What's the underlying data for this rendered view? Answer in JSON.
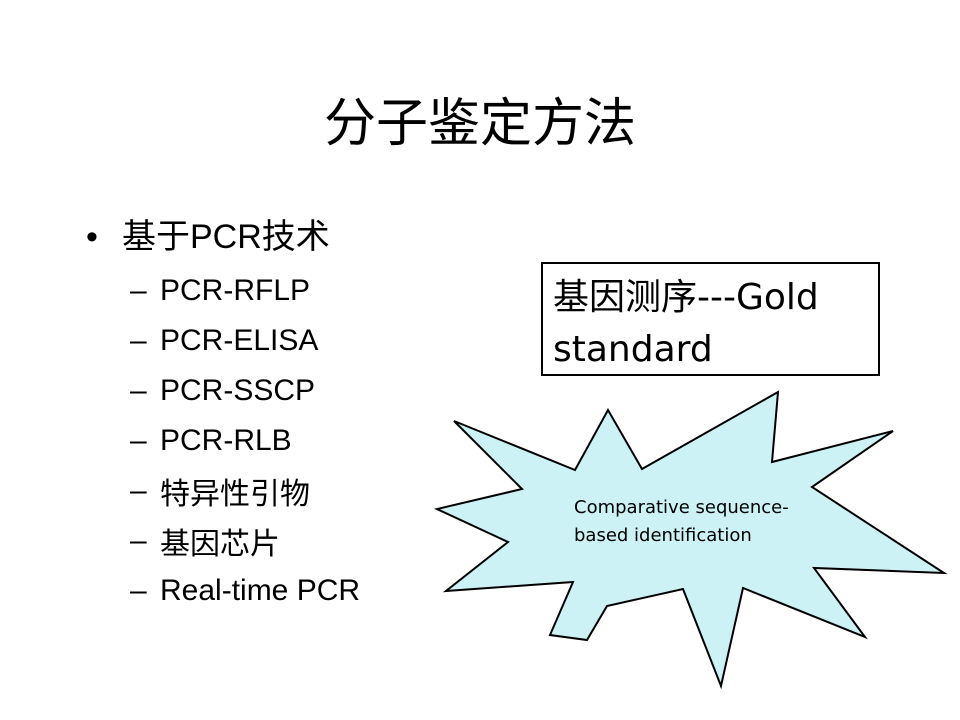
{
  "slide": {
    "title": "分子鉴定方法",
    "bullet": {
      "marker": "•",
      "text": "基于PCR技术"
    },
    "sub_items": [
      {
        "dash": "–",
        "text": "PCR-RFLP"
      },
      {
        "dash": "–",
        "text": "PCR-ELISA"
      },
      {
        "dash": "–",
        "text": "PCR-SSCP"
      },
      {
        "dash": "–",
        "text": "PCR-RLB"
      },
      {
        "dash": "–",
        "text": "特异性引物"
      },
      {
        "dash": "–",
        "text": "基因芯片"
      },
      {
        "dash": "–",
        "text": "Real-time PCR"
      }
    ],
    "gold_box": {
      "line1": "基因测序---Gold",
      "line2": "standard"
    },
    "callout": {
      "line1": "Comparative sequence-",
      "line2": "based identification",
      "fill": "#ccf2f5",
      "stroke": "#000000"
    }
  }
}
